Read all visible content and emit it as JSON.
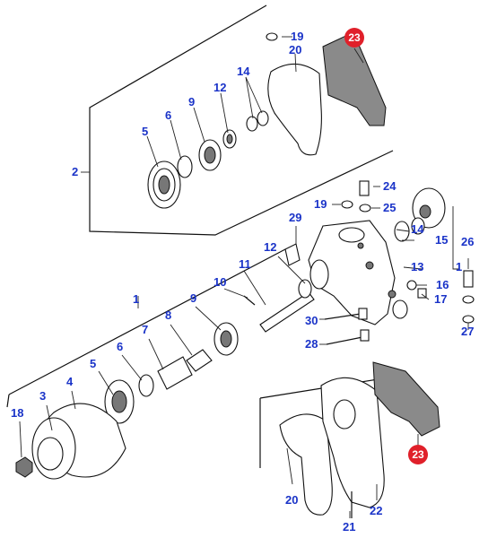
{
  "diagram": {
    "callouts": {
      "c1a": "1",
      "c1b": "1",
      "c2": "2",
      "c3": "3",
      "c4": "4",
      "c5a": "5",
      "c5b": "5",
      "c6a": "6",
      "c6b": "6",
      "c7": "7",
      "c8": "8",
      "c9a": "9",
      "c9b": "9",
      "c10": "10",
      "c11": "11",
      "c12a": "12",
      "c12b": "12",
      "c13": "13",
      "c14a": "14",
      "c14b": "14",
      "c15": "15",
      "c16": "16",
      "c17": "17",
      "c18": "18",
      "c19a": "19",
      "c19b": "19",
      "c20a": "20",
      "c20b": "20",
      "c21": "21",
      "c22": "22",
      "c23a": "23",
      "c23b": "23",
      "c24": "24",
      "c25": "25",
      "c26": "26",
      "c27": "27",
      "c28": "28",
      "c29": "29",
      "c30": "30"
    },
    "colors": {
      "callout": "#1a33c8",
      "highlight": "#e0202a",
      "line": "#111111"
    }
  }
}
